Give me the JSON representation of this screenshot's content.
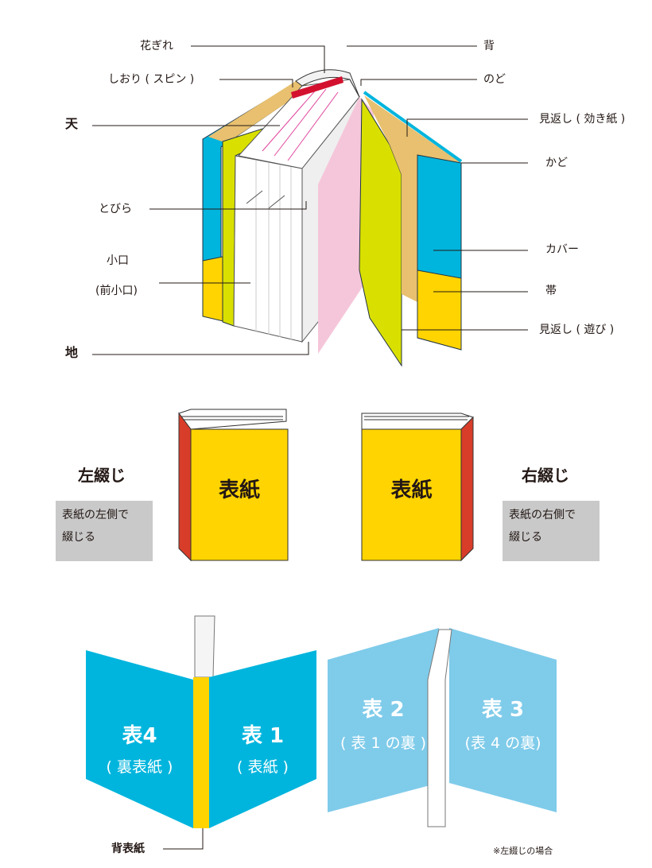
{
  "anatomy": {
    "hanagire": "花ぎれ",
    "shiori": "しおり ( スピン )",
    "ten": "天",
    "tobira": "とびら",
    "koguchi": "小口",
    "mae_koguchi": "(前小口)",
    "chi": "地",
    "se": "背",
    "nodo": "のど",
    "mikaeshi_kiki": "見返し ( 効き紙 )",
    "kado": "かど",
    "cover": "カバー",
    "obi": "帯",
    "mikaeshi_asobi": "見返し ( 遊び )"
  },
  "binding": {
    "left_title": "左綴じ",
    "left_note_line1": "表紙の左側で",
    "left_note_line2": "綴じる",
    "right_title": "右綴じ",
    "right_note_line1": "表紙の右側で",
    "right_note_line2": "綴じる",
    "cover_label_left": "表紙",
    "cover_label_right": "表紙"
  },
  "covers": {
    "h4": "表4",
    "h4_sub": "( 裏表紙 )",
    "h1": "表 1",
    "h1_sub": "( 表紙 )",
    "h2": "表 2",
    "h2_sub": "( 表 1 の裏 )",
    "h3": "表 3",
    "h3_sub": "(表 4 の裏)",
    "spine": "背表紙",
    "footnote": "※左綴じの場合"
  },
  "colors": {
    "cyan": "#00b5dd",
    "light_blue": "#7fcbea",
    "yellow": "#ffd400",
    "lime": "#d9e000",
    "pink": "#f5c6d9",
    "tan": "#e8c06f",
    "red": "#d83d2a",
    "ribbon": "#d3112f"
  }
}
